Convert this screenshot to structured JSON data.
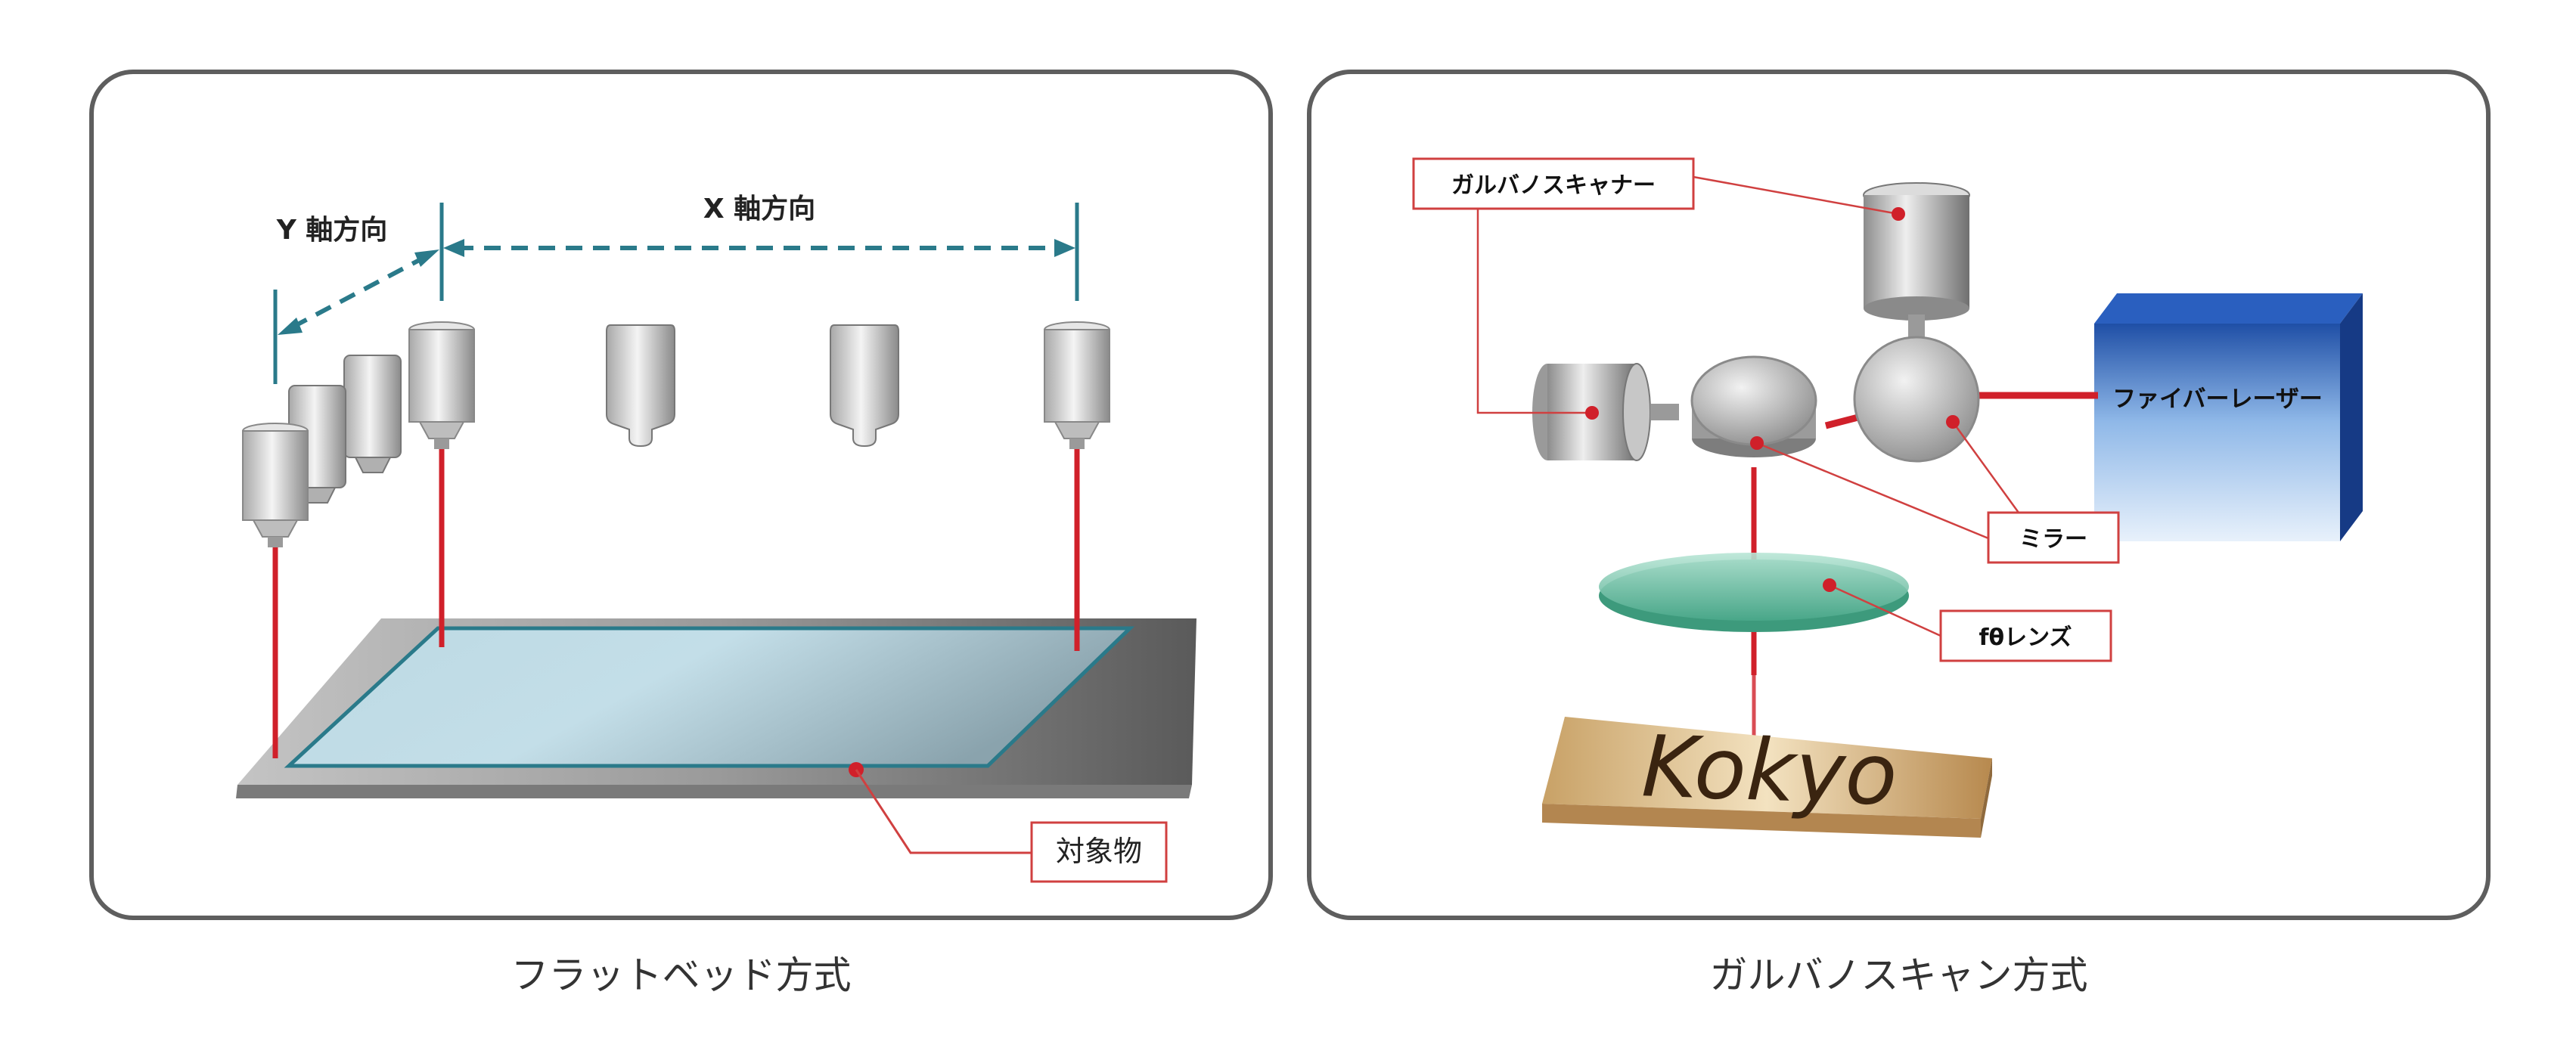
{
  "left_panel": {
    "y_axis_label": "Y 軸方向",
    "x_axis_label": "X 軸方向",
    "object_label": "対象物",
    "caption": "フラットベッド方式"
  },
  "right_panel": {
    "galvano_label": "ガルバノスキャナー",
    "laser_label": "ファイバーレーザー",
    "mirror_label": "ミラー",
    "lens_label": "fθレンズ",
    "plate_text": "Kokyo",
    "caption": "ガルバノスキャン方式"
  },
  "colors": {
    "border": "#5e5e5e",
    "arrow": "#2a7a8a",
    "laser": "#d0202a",
    "callout": "#d04040"
  }
}
